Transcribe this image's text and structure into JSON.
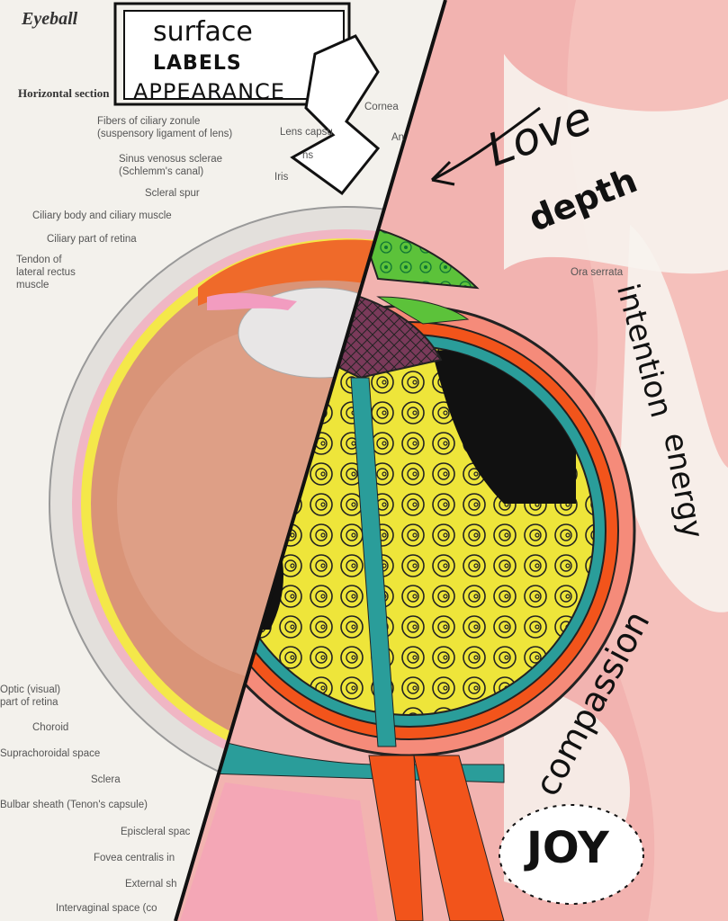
{
  "page": {
    "title": "Eyeball",
    "subtitle": "Horizontal section"
  },
  "banner": {
    "line1": "surface",
    "line2": "LABELS",
    "line3": "APPEARANCE"
  },
  "labels_left": [
    "Fibers of ciliary zonule",
    "(suspensory ligament of lens)",
    "Sinus venosus sclerae",
    "(Schlemm's canal)",
    "Scleral spur",
    "Ciliary body and ciliary muscle",
    "Ciliary part of retina",
    "Tendon of",
    "lateral rectus",
    "muscle",
    "Optic (visual)",
    "part of retina",
    "Choroid",
    "Suprachoroidal space",
    "Sclera",
    "Bulbar sheath (Tenon's capsule)",
    "Episcleral spac",
    "Fovea centralis in",
    "External sh",
    "Intervaginal space (co"
  ],
  "labels_top": [
    "Cornea",
    "Lens capsu",
    "ns",
    "Iris",
    "An",
    "Ora serrata"
  ],
  "words": {
    "love": "Love",
    "depth": "depth",
    "intention": "intention",
    "energy": "energy",
    "compassion": "compassion",
    "joy": "JOY"
  },
  "colors": {
    "paper": "#f3f1ec",
    "pink": "#f2b3b0",
    "orange": "#f2541b",
    "teal": "#2a9d9a",
    "yellow": "#f3ec3a",
    "green": "#5cc23a",
    "purple": "#7a3a5a"
  }
}
